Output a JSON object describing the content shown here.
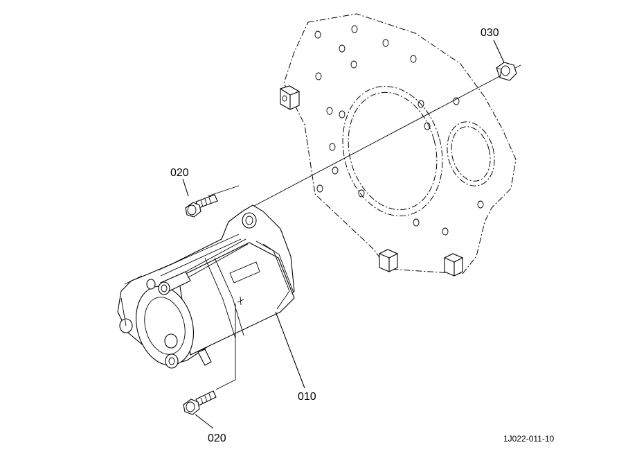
{
  "callouts": {
    "nut": "030",
    "bolt_upper": "020",
    "starter": "010",
    "bolt_lower": "020"
  },
  "figure_code": "1J022-011-10"
}
